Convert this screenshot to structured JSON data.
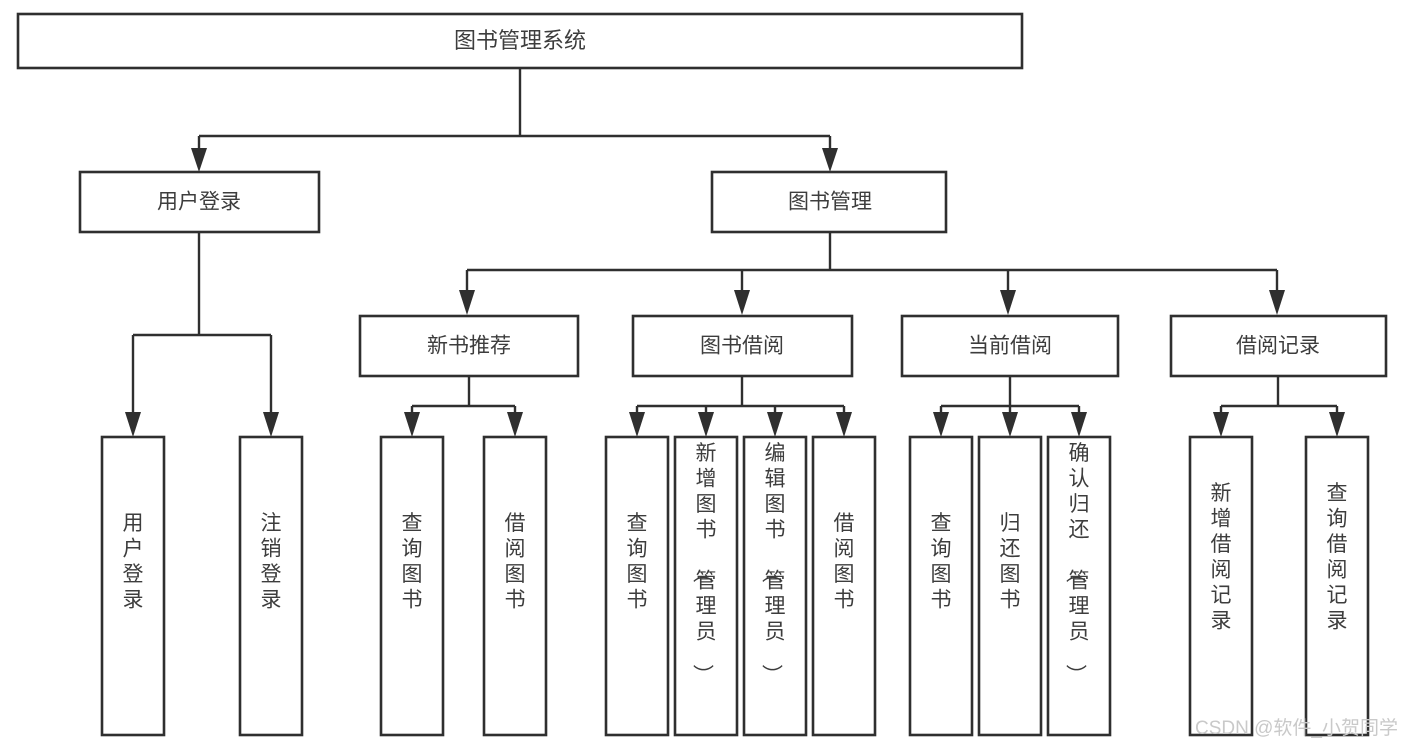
{
  "diagram": {
    "type": "tree",
    "title": "图书管理系统",
    "orientation": "top-down",
    "colors": {
      "box_stroke": "#2f2f2f",
      "box_fill": "#ffffff",
      "text": "#3d3d3d",
      "connector": "#2f2f2f",
      "background": "#ffffff",
      "watermark": "#c9c9c9"
    },
    "root": {
      "label": "图书管理系统"
    },
    "level2": [
      {
        "label": "用户登录"
      },
      {
        "label": "图书管理"
      }
    ],
    "level3": [
      {
        "label": "新书推荐"
      },
      {
        "label": "图书借阅"
      },
      {
        "label": "当前借阅"
      },
      {
        "label": "借阅记录"
      }
    ],
    "leaves": {
      "user_login": [
        {
          "label": "用户登录"
        },
        {
          "label": "注销登录"
        }
      ],
      "new_book": [
        {
          "label": "查询图书"
        },
        {
          "label": "借阅图书"
        }
      ],
      "book_borrow": [
        {
          "label": "查询图书"
        },
        {
          "label": "新增图书（管理员）"
        },
        {
          "label": "编辑图书（管理员）"
        },
        {
          "label": "借阅图书"
        }
      ],
      "current_borrow": [
        {
          "label": "查询图书"
        },
        {
          "label": "归还图书"
        },
        {
          "label": "确认归还（管理员）"
        }
      ],
      "borrow_record": [
        {
          "label": "新增借阅记录"
        },
        {
          "label": "查询借阅记录"
        }
      ]
    }
  },
  "watermark": {
    "text": "CSDN @软件_小贺同学"
  }
}
